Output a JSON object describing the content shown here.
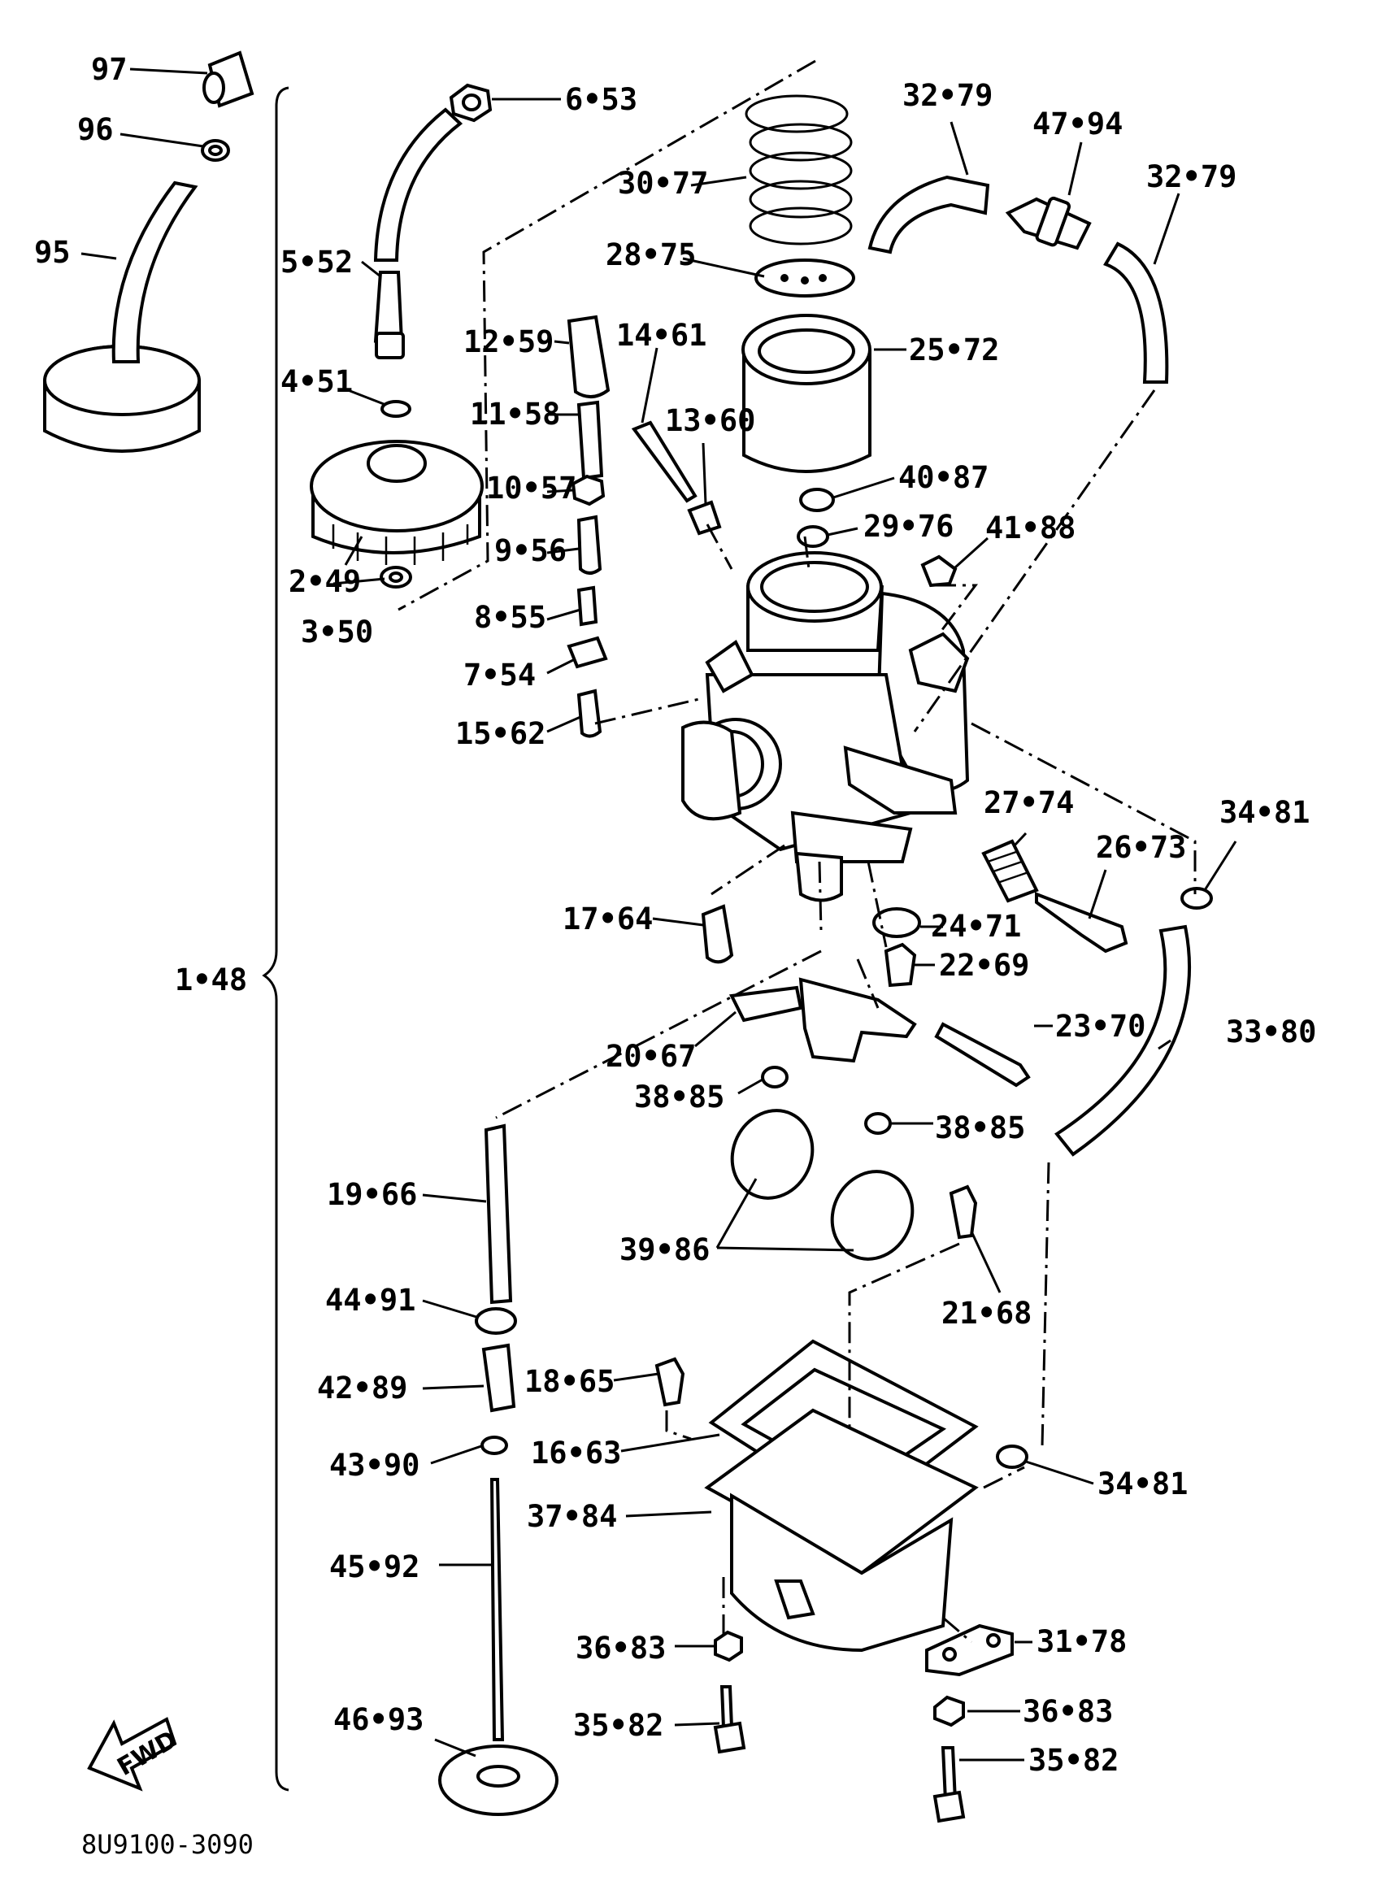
{
  "labels": [
    {
      "id": "97",
      "text": "97"
    },
    {
      "id": "96",
      "text": "96"
    },
    {
      "id": "95",
      "text": "95"
    },
    {
      "id": "6-53",
      "text": "6•53"
    },
    {
      "id": "5-52",
      "text": "5•52"
    },
    {
      "id": "4-51",
      "text": "4•51"
    },
    {
      "id": "2-49",
      "text": "2•49"
    },
    {
      "id": "3-50",
      "text": "3•50"
    },
    {
      "id": "30-77",
      "text": "30•77"
    },
    {
      "id": "28-75",
      "text": "28•75"
    },
    {
      "id": "25-72",
      "text": "25•72"
    },
    {
      "id": "32-79a",
      "text": "32•79"
    },
    {
      "id": "47-94",
      "text": "47•94"
    },
    {
      "id": "32-79b",
      "text": "32•79"
    },
    {
      "id": "12-59",
      "text": "12•59"
    },
    {
      "id": "14-61",
      "text": "14•61"
    },
    {
      "id": "11-58",
      "text": "11•58"
    },
    {
      "id": "13-60",
      "text": "13•60"
    },
    {
      "id": "10-57",
      "text": "10•57"
    },
    {
      "id": "40-87",
      "text": "40•87"
    },
    {
      "id": "29-76",
      "text": "29•76"
    },
    {
      "id": "41-88",
      "text": "41•88"
    },
    {
      "id": "9-56",
      "text": "9•56"
    },
    {
      "id": "8-55",
      "text": "8•55"
    },
    {
      "id": "7-54",
      "text": "7•54"
    },
    {
      "id": "15-62",
      "text": "15•62"
    },
    {
      "id": "27-74",
      "text": "27•74"
    },
    {
      "id": "26-73",
      "text": "26•73"
    },
    {
      "id": "34-81a",
      "text": "34•81"
    },
    {
      "id": "1-48",
      "text": "1•48"
    },
    {
      "id": "24-71",
      "text": "24•71"
    },
    {
      "id": "17-64",
      "text": "17•64"
    },
    {
      "id": "22-69",
      "text": "22•69"
    },
    {
      "id": "23-70",
      "text": "23•70"
    },
    {
      "id": "33-80",
      "text": "33•80"
    },
    {
      "id": "20-67",
      "text": "20•67"
    },
    {
      "id": "38-85a",
      "text": "38•85"
    },
    {
      "id": "38-85b",
      "text": "38•85"
    },
    {
      "id": "19-66",
      "text": "19•66"
    },
    {
      "id": "39-86",
      "text": "39•86"
    },
    {
      "id": "21-68",
      "text": "21•68"
    },
    {
      "id": "44-91",
      "text": "44•91"
    },
    {
      "id": "18-65",
      "text": "18•65"
    },
    {
      "id": "42-89",
      "text": "42•89"
    },
    {
      "id": "16-63",
      "text": "16•63"
    },
    {
      "id": "34-81b",
      "text": "34•81"
    },
    {
      "id": "43-90",
      "text": "43•90"
    },
    {
      "id": "37-84",
      "text": "37•84"
    },
    {
      "id": "45-92",
      "text": "45•92"
    },
    {
      "id": "36-83a",
      "text": "36•83"
    },
    {
      "id": "31-78",
      "text": "31•78"
    },
    {
      "id": "36-83b",
      "text": "36•83"
    },
    {
      "id": "46-93",
      "text": "46•93"
    },
    {
      "id": "35-82a",
      "text": "35•82"
    },
    {
      "id": "35-82b",
      "text": "35•82"
    }
  ],
  "fwd_text": "FWD",
  "figure_code": "8U9100-3090"
}
